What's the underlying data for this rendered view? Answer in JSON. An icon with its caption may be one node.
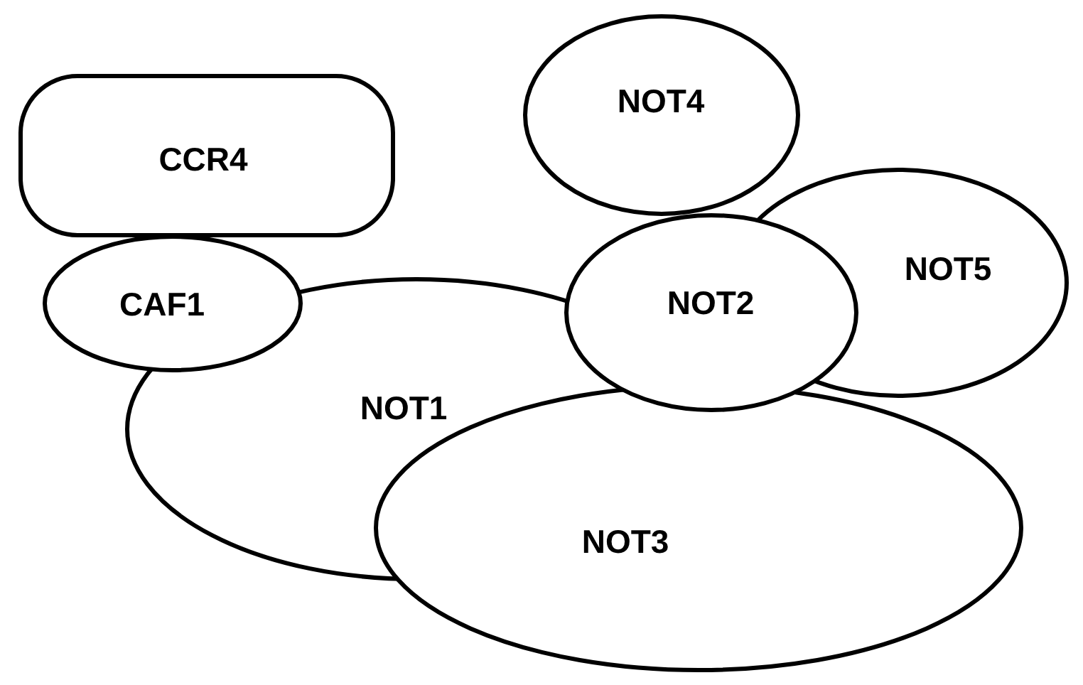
{
  "diagram": {
    "nodes": [
      {
        "text": [
          "CCR4"
        ]
      },
      {
        "text": [
          "CAF1"
        ]
      },
      {
        "text": [
          "NOT1"
        ]
      },
      {
        "text": [
          "NOT4"
        ]
      },
      {
        "text": [
          "NOT2"
        ]
      },
      {
        "text": [
          "NOT5"
        ]
      },
      {
        "text": [
          "NOT3"
        ]
      }
    ]
  }
}
